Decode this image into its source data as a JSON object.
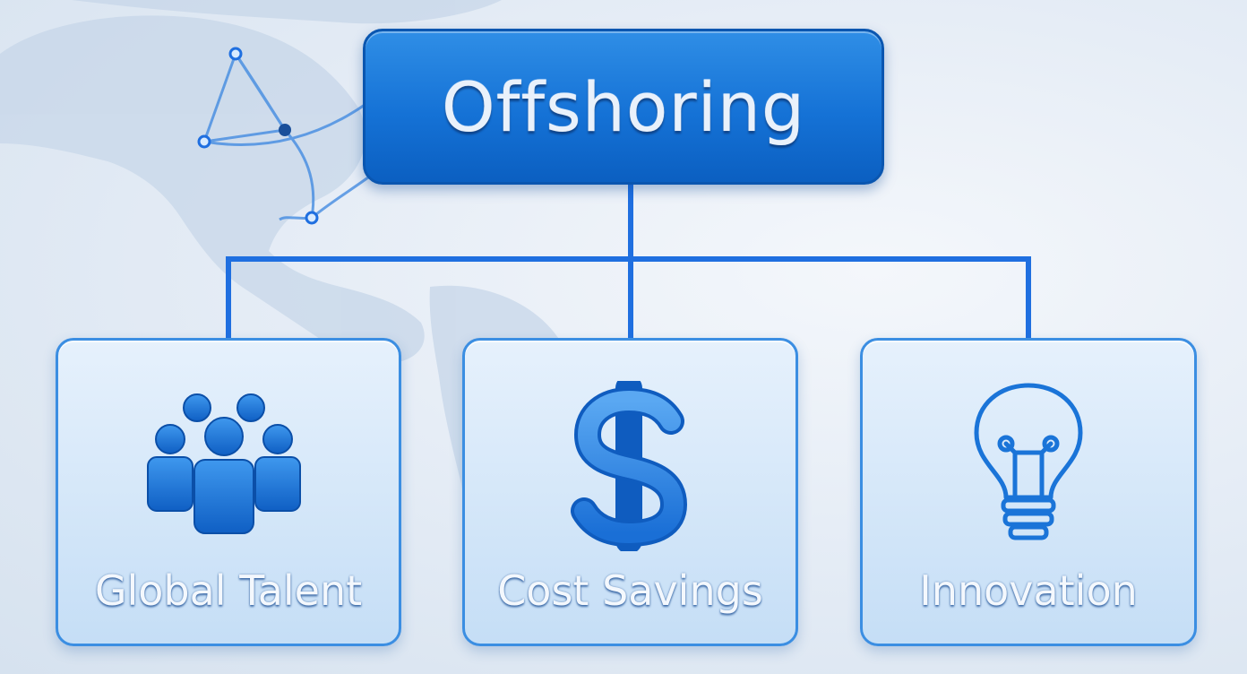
{
  "title": "Offshoring",
  "branches": [
    {
      "label": "Global Talent",
      "icon": "people-group-icon"
    },
    {
      "label": "Cost Savings",
      "icon": "dollar-sign-icon"
    },
    {
      "label": "Innovation",
      "icon": "lightbulb-icon"
    }
  ],
  "colors": {
    "primary": "#1572d6",
    "connector": "#1f6fe0",
    "card_border": "#3b8ee2",
    "icon": "#1a74d8"
  }
}
